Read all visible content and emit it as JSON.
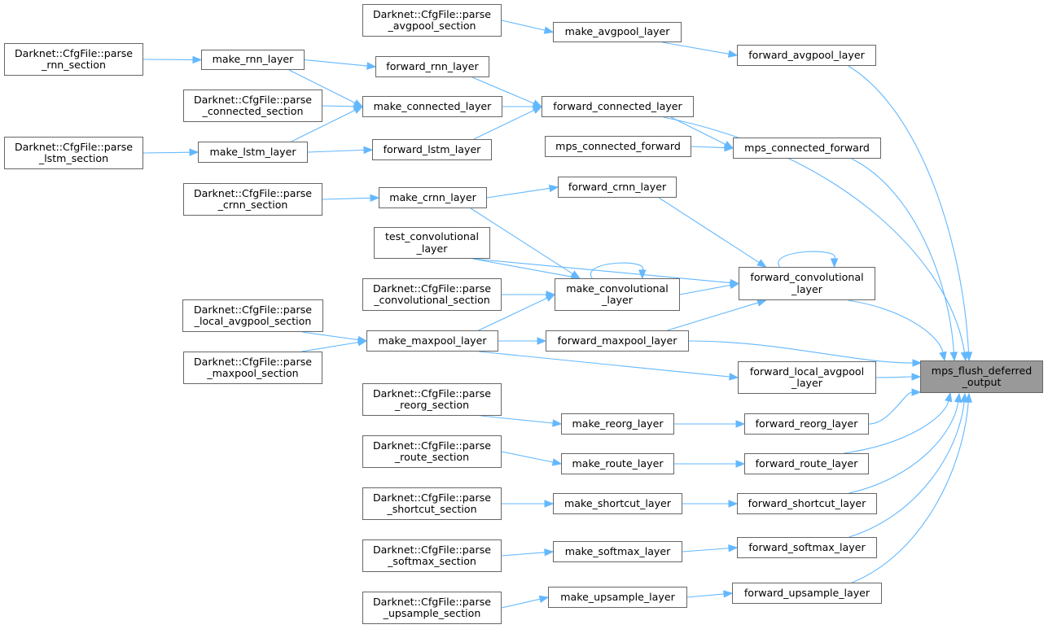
{
  "graph": {
    "type": "caller-graph",
    "edge_color": "#63b8ff",
    "node_border_color": "#666666",
    "root_fill_color": "#999999",
    "root": "mps_flush_deferred_output",
    "nodes": [
      {
        "id": "root",
        "label": "mps_flush_deferred\n_output"
      },
      {
        "id": "parse_rnn",
        "label": "Darknet::CfgFile::parse\n_rnn_section"
      },
      {
        "id": "parse_lstm",
        "label": "Darknet::CfgFile::parse\n_lstm_section"
      },
      {
        "id": "parse_connected",
        "label": "Darknet::CfgFile::parse\n_connected_section"
      },
      {
        "id": "parse_avgpool",
        "label": "Darknet::CfgFile::parse\n_avgpool_section"
      },
      {
        "id": "parse_crnn",
        "label": "Darknet::CfgFile::parse\n_crnn_section"
      },
      {
        "id": "parse_convolutional",
        "label": "Darknet::CfgFile::parse\n_convolutional_section"
      },
      {
        "id": "parse_local_avgpool",
        "label": "Darknet::CfgFile::parse\n_local_avgpool_section"
      },
      {
        "id": "parse_maxpool",
        "label": "Darknet::CfgFile::parse\n_maxpool_section"
      },
      {
        "id": "parse_reorg",
        "label": "Darknet::CfgFile::parse\n_reorg_section"
      },
      {
        "id": "parse_route",
        "label": "Darknet::CfgFile::parse\n_route_section"
      },
      {
        "id": "parse_shortcut",
        "label": "Darknet::CfgFile::parse\n_shortcut_section"
      },
      {
        "id": "parse_softmax",
        "label": "Darknet::CfgFile::parse\n_softmax_section"
      },
      {
        "id": "parse_upsample",
        "label": "Darknet::CfgFile::parse\n_upsample_section"
      },
      {
        "id": "make_rnn",
        "label": "make_rnn_layer"
      },
      {
        "id": "make_lstm",
        "label": "make_lstm_layer"
      },
      {
        "id": "make_connected",
        "label": "make_connected_layer"
      },
      {
        "id": "make_avgpool",
        "label": "make_avgpool_layer"
      },
      {
        "id": "make_crnn",
        "label": "make_crnn_layer"
      },
      {
        "id": "test_convolutional",
        "label": "test_convolutional\n_layer"
      },
      {
        "id": "make_convolutional",
        "label": "make_convolutional\n_layer"
      },
      {
        "id": "make_maxpool",
        "label": "make_maxpool_layer"
      },
      {
        "id": "make_reorg",
        "label": "make_reorg_layer"
      },
      {
        "id": "make_route",
        "label": "make_route_layer"
      },
      {
        "id": "make_shortcut",
        "label": "make_shortcut_layer"
      },
      {
        "id": "make_softmax",
        "label": "make_softmax_layer"
      },
      {
        "id": "make_upsample",
        "label": "make_upsample_layer"
      },
      {
        "id": "forward_rnn",
        "label": "forward_rnn_layer"
      },
      {
        "id": "forward_lstm",
        "label": "forward_lstm_layer"
      },
      {
        "id": "forward_connected",
        "label": "forward_connected_layer"
      },
      {
        "id": "mps_connected_forward_a",
        "label": "mps_connected_forward"
      },
      {
        "id": "forward_avgpool",
        "label": "forward_avgpool_layer"
      },
      {
        "id": "mps_connected_forward_b",
        "label": "mps_connected_forward"
      },
      {
        "id": "forward_crnn",
        "label": "forward_crnn_layer"
      },
      {
        "id": "forward_convolutional",
        "label": "forward_convolutional\n_layer"
      },
      {
        "id": "forward_maxpool",
        "label": "forward_maxpool_layer"
      },
      {
        "id": "forward_local_avgpool",
        "label": "forward_local_avgpool\n_layer"
      },
      {
        "id": "forward_reorg",
        "label": "forward_reorg_layer"
      },
      {
        "id": "forward_route",
        "label": "forward_route_layer"
      },
      {
        "id": "forward_shortcut",
        "label": "forward_shortcut_layer"
      },
      {
        "id": "forward_softmax",
        "label": "forward_softmax_layer"
      },
      {
        "id": "forward_upsample",
        "label": "forward_upsample_layer"
      }
    ],
    "edges": [
      {
        "from": "parse_rnn",
        "to": "make_rnn"
      },
      {
        "from": "parse_lstm",
        "to": "make_lstm"
      },
      {
        "from": "parse_connected",
        "to": "make_connected"
      },
      {
        "from": "make_rnn",
        "to": "forward_rnn"
      },
      {
        "from": "make_rnn",
        "to": "make_connected"
      },
      {
        "from": "make_lstm",
        "to": "make_connected"
      },
      {
        "from": "make_lstm",
        "to": "forward_lstm"
      },
      {
        "from": "make_connected",
        "to": "forward_connected"
      },
      {
        "from": "forward_rnn",
        "to": "forward_connected"
      },
      {
        "from": "forward_lstm",
        "to": "forward_connected"
      },
      {
        "from": "parse_avgpool",
        "to": "make_avgpool"
      },
      {
        "from": "make_avgpool",
        "to": "forward_avgpool"
      },
      {
        "from": "forward_connected",
        "to": "mps_connected_forward_b"
      },
      {
        "from": "mps_connected_forward_a",
        "to": "mps_connected_forward_b"
      },
      {
        "from": "parse_crnn",
        "to": "make_crnn"
      },
      {
        "from": "make_crnn",
        "to": "forward_crnn"
      },
      {
        "from": "make_crnn",
        "to": "make_convolutional"
      },
      {
        "from": "test_convolutional",
        "to": "forward_convolutional"
      },
      {
        "from": "test_convolutional",
        "to": "make_convolutional"
      },
      {
        "from": "parse_convolutional",
        "to": "make_convolutional"
      },
      {
        "from": "make_convolutional",
        "to": "make_convolutional"
      },
      {
        "from": "make_convolutional",
        "to": "forward_convolutional"
      },
      {
        "from": "forward_crnn",
        "to": "forward_convolutional"
      },
      {
        "from": "forward_convolutional",
        "to": "forward_convolutional"
      },
      {
        "from": "parse_local_avgpool",
        "to": "make_maxpool"
      },
      {
        "from": "parse_maxpool",
        "to": "make_maxpool"
      },
      {
        "from": "make_maxpool",
        "to": "make_convolutional"
      },
      {
        "from": "make_maxpool",
        "to": "forward_maxpool"
      },
      {
        "from": "make_maxpool",
        "to": "forward_local_avgpool"
      },
      {
        "from": "forward_maxpool",
        "to": "forward_convolutional"
      },
      {
        "from": "parse_reorg",
        "to": "make_reorg"
      },
      {
        "from": "make_reorg",
        "to": "forward_reorg"
      },
      {
        "from": "parse_route",
        "to": "make_route"
      },
      {
        "from": "make_route",
        "to": "forward_route"
      },
      {
        "from": "parse_shortcut",
        "to": "make_shortcut"
      },
      {
        "from": "make_shortcut",
        "to": "forward_shortcut"
      },
      {
        "from": "parse_softmax",
        "to": "make_softmax"
      },
      {
        "from": "make_softmax",
        "to": "forward_softmax"
      },
      {
        "from": "parse_upsample",
        "to": "make_upsample"
      },
      {
        "from": "make_upsample",
        "to": "forward_upsample"
      },
      {
        "from": "forward_avgpool",
        "to": "root"
      },
      {
        "from": "forward_connected",
        "to": "root"
      },
      {
        "from": "mps_connected_forward_b",
        "to": "root"
      },
      {
        "from": "forward_convolutional",
        "to": "root"
      },
      {
        "from": "forward_maxpool",
        "to": "root"
      },
      {
        "from": "forward_local_avgpool",
        "to": "root"
      },
      {
        "from": "forward_reorg",
        "to": "root"
      },
      {
        "from": "forward_route",
        "to": "root"
      },
      {
        "from": "forward_shortcut",
        "to": "root"
      },
      {
        "from": "forward_softmax",
        "to": "root"
      },
      {
        "from": "forward_upsample",
        "to": "root"
      }
    ]
  }
}
